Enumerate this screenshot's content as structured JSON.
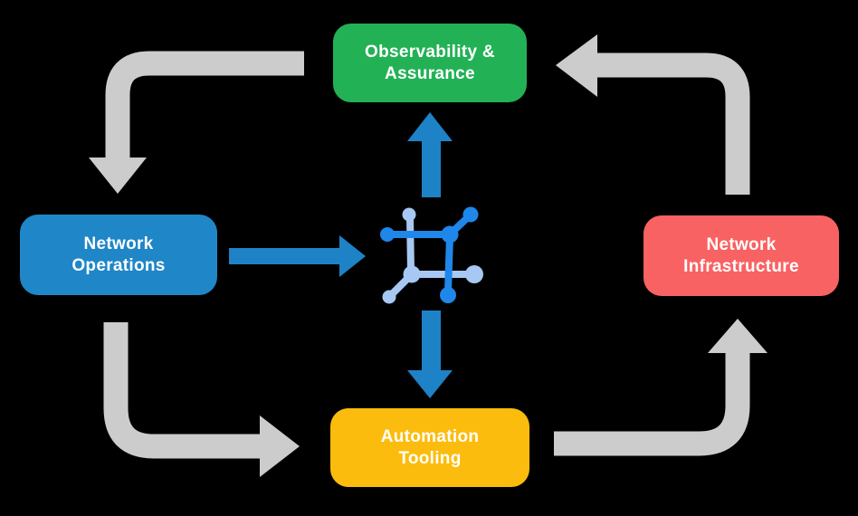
{
  "diagram": {
    "background_color": "#000000",
    "nodes": [
      {
        "label": "Observability &\nAssurance",
        "color": "#23b156",
        "position": "top"
      },
      {
        "label": "Network\nOperations",
        "color": "#1f86c7",
        "position": "left"
      },
      {
        "label": "Network\nInfrastructure",
        "color": "#f96262",
        "position": "right"
      },
      {
        "label": "Automation\nTooling",
        "color": "#fcbc0d",
        "position": "bottom"
      }
    ],
    "center_icon": {
      "name": "network-hub-icon",
      "color_primary": "#1e87e9",
      "color_secondary": "#a6c8f2"
    },
    "arrows": {
      "cycle_color": "#cccccc",
      "hub_color": "#1e82c6",
      "cycle": [
        {
          "from": "Observability & Assurance",
          "to": "Network Operations"
        },
        {
          "from": "Network Operations",
          "to": "Automation Tooling"
        },
        {
          "from": "Automation Tooling",
          "to": "Network Infrastructure"
        },
        {
          "from": "Network Infrastructure",
          "to": "Observability & Assurance"
        }
      ],
      "hub": [
        {
          "from": "Network Operations",
          "to": "center-icon"
        },
        {
          "from": "center-icon",
          "to": "Observability & Assurance"
        },
        {
          "from": "center-icon",
          "to": "Automation Tooling"
        }
      ]
    }
  }
}
